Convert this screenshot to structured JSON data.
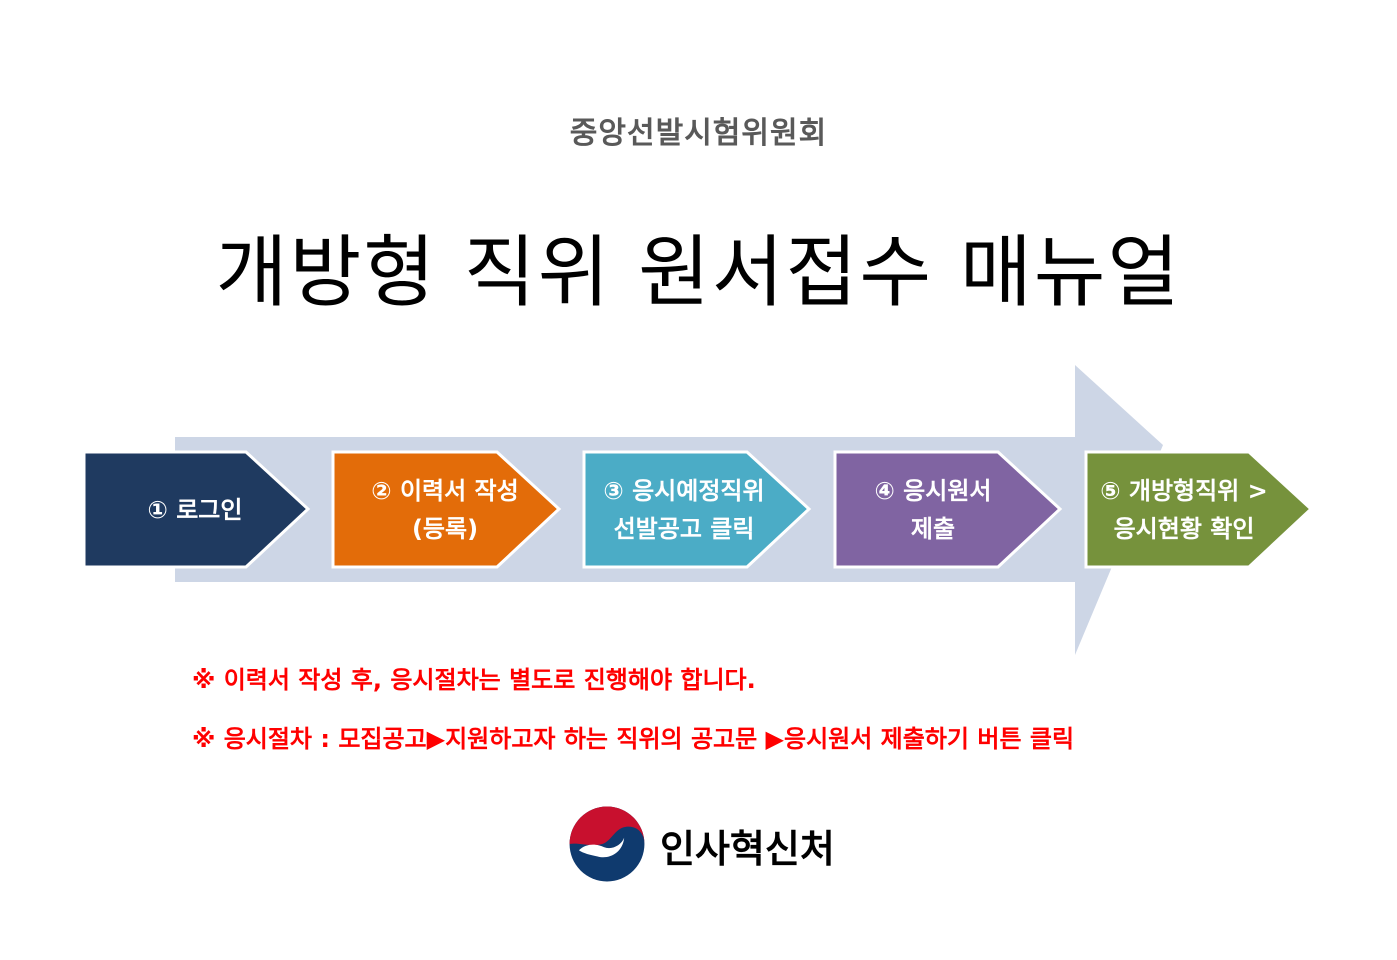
{
  "header": {
    "org": "중앙선발시험위원회",
    "title": "개방형 직위 원서접수 매뉴얼"
  },
  "steps": [
    {
      "line1": "① 로그인",
      "line2": "",
      "color": "#1f3a60"
    },
    {
      "line1": "② 이력서 작성",
      "line2": "(등록)",
      "color": "#e36c09"
    },
    {
      "line1": "③ 응시예정직위",
      "line2": "선발공고 클릭",
      "color": "#4bacc6"
    },
    {
      "line1": "④ 응시원서",
      "line2": "제출",
      "color": "#8064a2"
    },
    {
      "line1": "⑤ 개방형직위 >",
      "line2": "응시현황 확인",
      "color": "#76923c"
    }
  ],
  "notes": {
    "note1": "※ 이력서 작성 후, 응시절차는 별도로 진행해야 합니다.",
    "note2": "※ 응시절차 : 모집공고▶지원하고자 하는 직위의 공고문 ▶응시원서 제출하기 버튼 클릭"
  },
  "footer": {
    "ministry": "인사혁신처"
  },
  "colors": {
    "big_arrow": "#cdd6e6",
    "note_text": "#ff0000"
  }
}
